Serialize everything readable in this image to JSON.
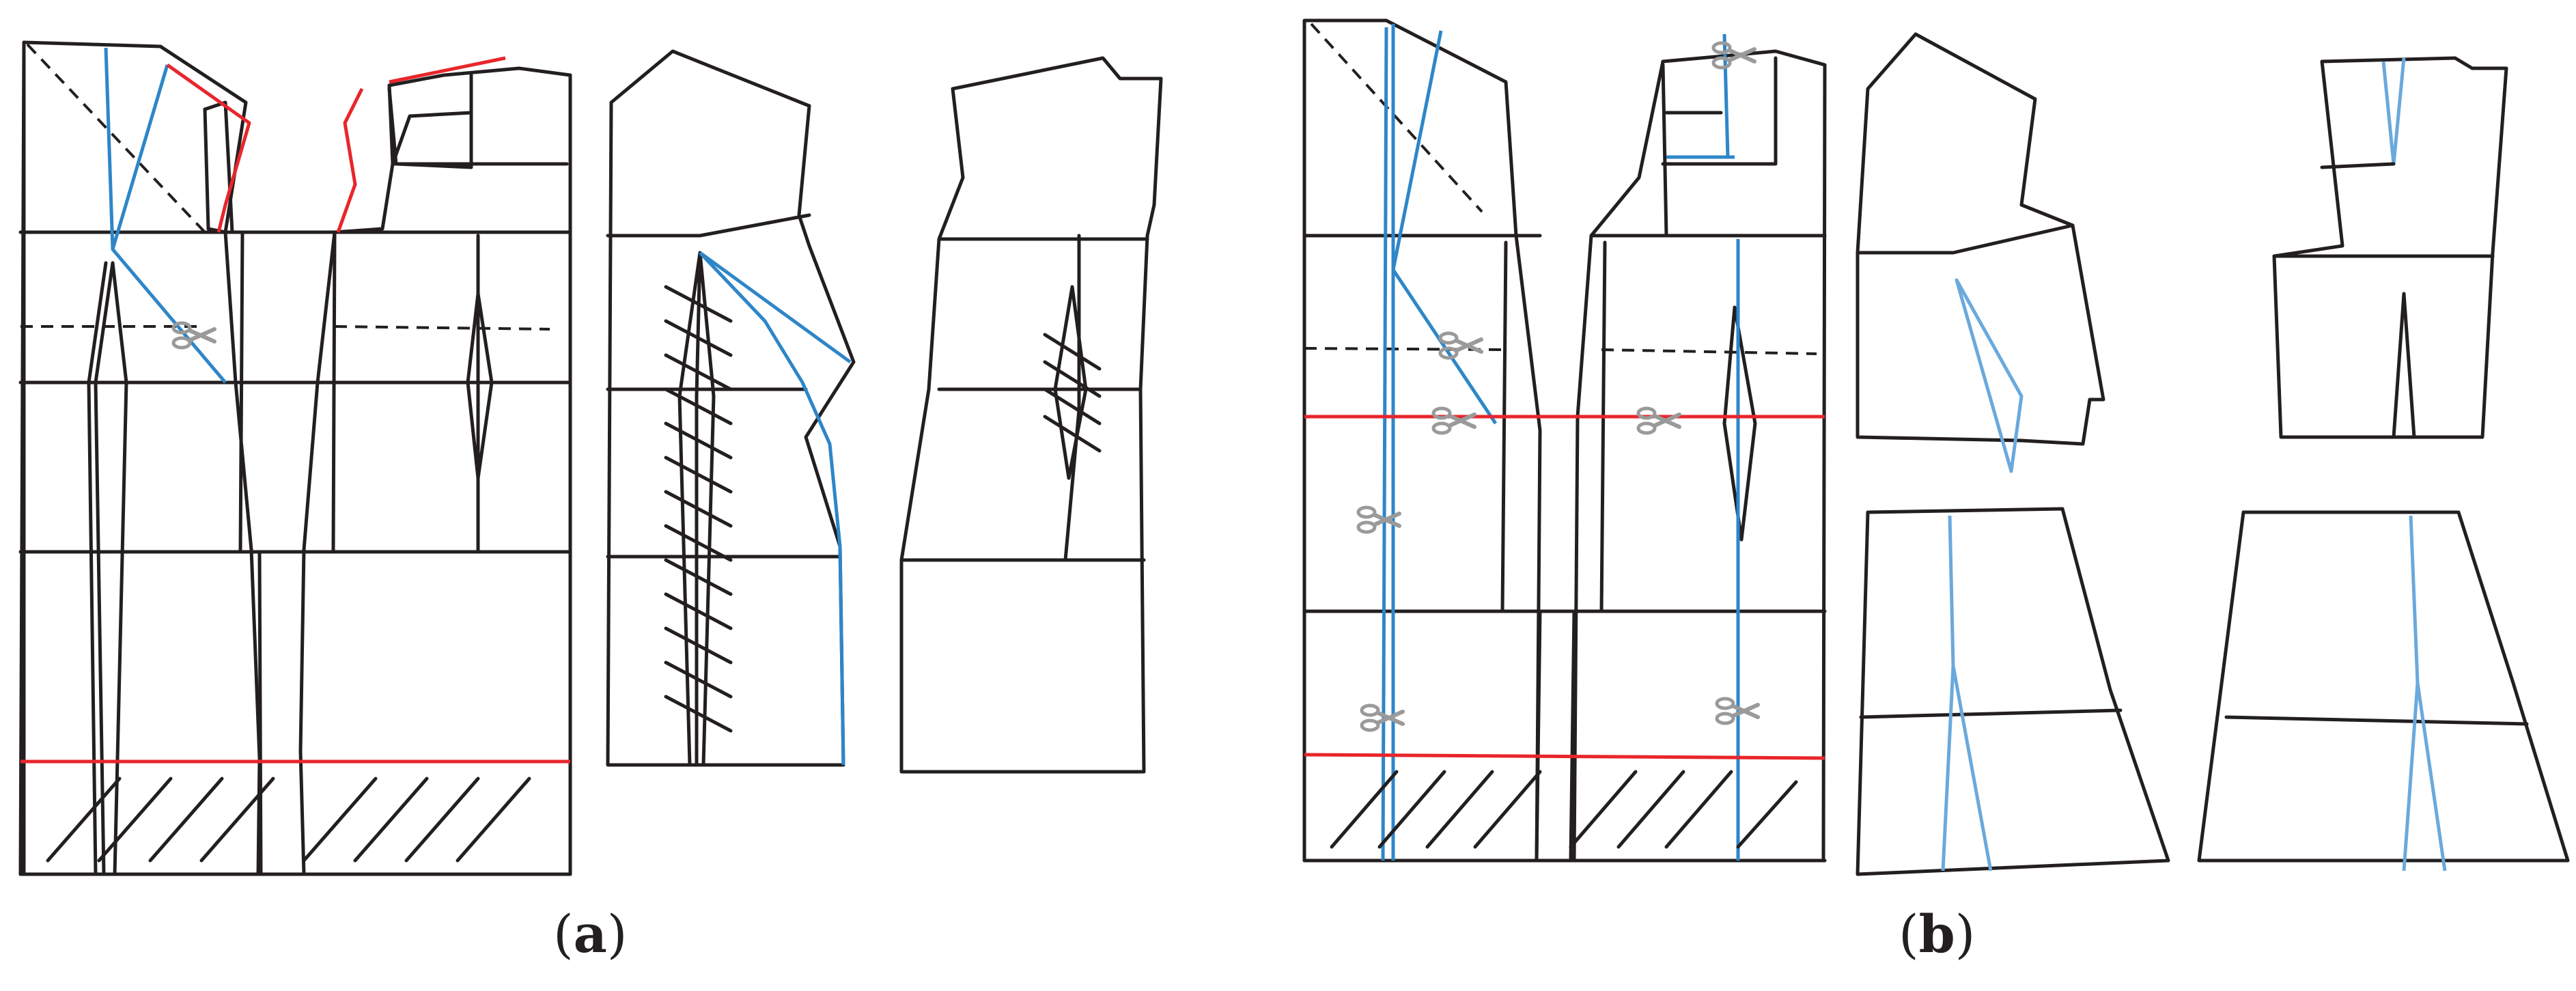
{
  "figure": {
    "panels": [
      {
        "id": "a",
        "open": "(",
        "letter": "a",
        "close": ")"
      },
      {
        "id": "b",
        "open": "(",
        "letter": "b",
        "close": ")"
      }
    ]
  },
  "colors": {
    "outline": "#231f20",
    "construction_line_blue": "#2e86c8",
    "construction_line_light_blue": "#6aa9dc",
    "modified_line_red": "#e8262b",
    "scissors_icon": "#9a9a9a"
  },
  "icons": [
    "scissors-icon"
  ]
}
